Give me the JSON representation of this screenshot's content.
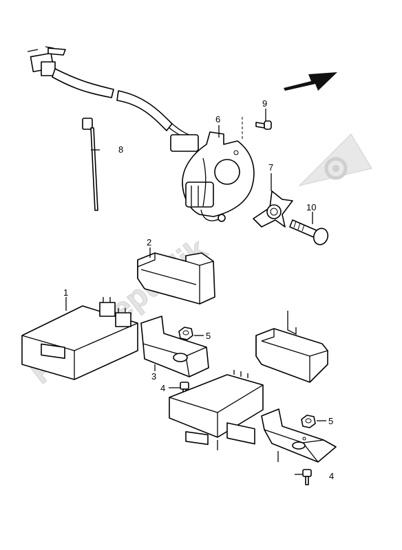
{
  "watermark": {
    "text": "PartsRepublik",
    "icon": "gear-icon"
  },
  "direction_arrow": {
    "icon": "arrow-icon"
  },
  "labels": {
    "p1": "1",
    "p2": "2",
    "p3": "3",
    "p4a": "4",
    "p4b": "4",
    "p5a": "5",
    "p5b": "5",
    "p6": "6",
    "p7": "7",
    "p8": "8",
    "p9": "9",
    "p10": "10"
  }
}
